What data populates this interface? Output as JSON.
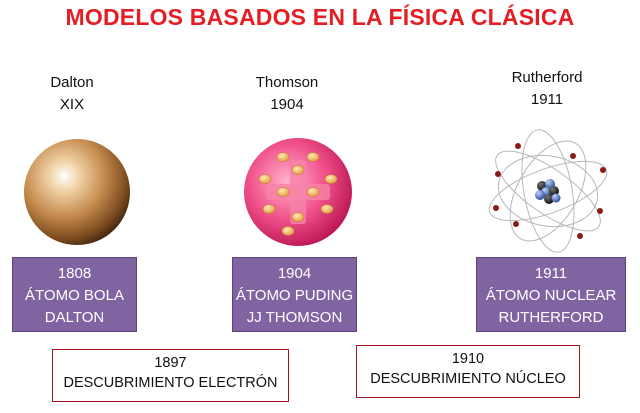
{
  "title": "MODELOS BASADOS EN LA FÍSICA CLÁSICA",
  "models": [
    {
      "name": "Dalton",
      "date": "XIX",
      "box_line1": "1808",
      "box_line2": "ÁTOMO BOLA",
      "box_line3": "DALTON"
    },
    {
      "name": "Thomson",
      "date": "1904",
      "box_line1": "1904",
      "box_line2": "ÁTOMO PUDING",
      "box_line3": "JJ THOMSON"
    },
    {
      "name": "Rutherford",
      "date": "1911",
      "box_line1": "1911",
      "box_line2": "ÁTOMO NUCLEAR",
      "box_line3": "RUTHERFORD"
    }
  ],
  "discoveries": [
    {
      "year": "1897",
      "label": "DESCUBRIMIENTO ELECTRÓN"
    },
    {
      "year": "1910",
      "label": "DESCUBRIMIENTO NÚCLEO"
    }
  ],
  "colors": {
    "title": "#e31e24",
    "box_fill": "#8064a2",
    "discovery_border": "#a4161a"
  }
}
